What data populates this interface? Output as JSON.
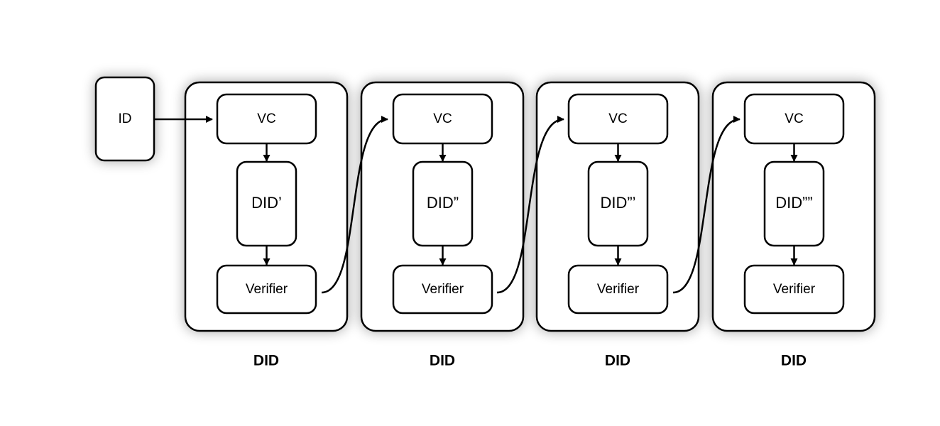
{
  "diagram": {
    "source": {
      "label": "ID"
    },
    "stages": [
      {
        "vc": "VC",
        "did": "DID’",
        "verifier": "Verifier",
        "caption": "DID"
      },
      {
        "vc": "VC",
        "did": "DID”",
        "verifier": "Verifier",
        "caption": "DID"
      },
      {
        "vc": "VC",
        "did": "DID”’",
        "verifier": "Verifier",
        "caption": "DID"
      },
      {
        "vc": "VC",
        "did": "DID””",
        "verifier": "Verifier",
        "caption": "DID"
      }
    ]
  }
}
